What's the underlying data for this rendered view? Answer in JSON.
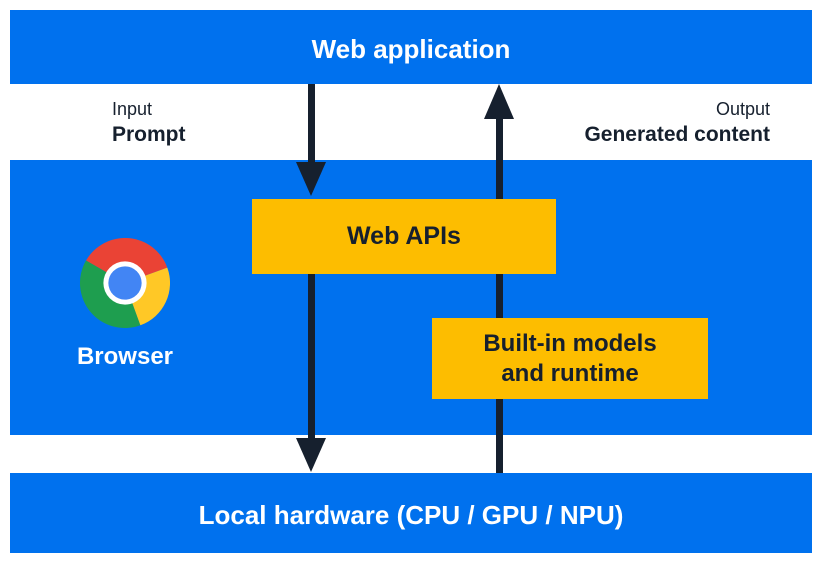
{
  "colors": {
    "band_blue": "#0071EE",
    "box_yellow": "#FDBD00",
    "ink_dark": "#16202E",
    "text_white": "#FFFFFF",
    "chrome_red": "#EA4335",
    "chrome_yellow": "#FFC826",
    "chrome_green": "#1E9E4F",
    "chrome_blue": "#4285F4"
  },
  "top_bar": {
    "label": "Web application"
  },
  "io": {
    "input_label": "Input",
    "input_value": "Prompt",
    "output_label": "Output",
    "output_value": "Generated content"
  },
  "browser": {
    "label": "Browser",
    "web_apis_label": "Web APIs",
    "builtin_models_line1": "Built-in models",
    "builtin_models_line2": "and runtime"
  },
  "bottom_bar": {
    "label": "Local hardware (CPU / GPU / NPU)"
  },
  "icons": {
    "chrome_logo": "chrome-logo"
  }
}
